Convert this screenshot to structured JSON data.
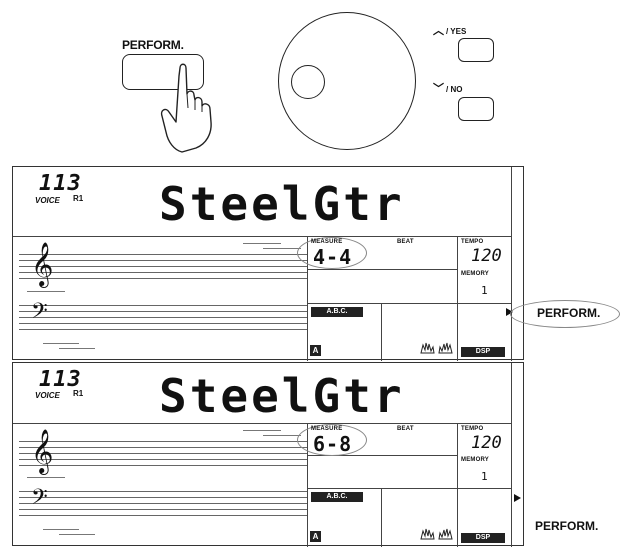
{
  "controls": {
    "perform_label": "PERFORM.",
    "yes_label": "/ YES",
    "no_label": "/ NO",
    "perform_button_icon": "hand-pointer-icon",
    "dial_icon": "data-dial-icon"
  },
  "displays": [
    {
      "voice_number": "113",
      "voice_tag": "VOICE",
      "right_tag": "R1",
      "voice_name": "SteelGtr",
      "measure_label": "MEASURE",
      "measure_value": "4-4",
      "beat_label": "BEAT",
      "tempo_label": "TEMPO",
      "tempo_value": "120",
      "memory_label": "MEMORY",
      "memory_value": "1",
      "abc_label": "A.B.C.",
      "a_marker": "A",
      "dsp_label": "DSP",
      "perform_label": "PERFORM."
    },
    {
      "voice_number": "113",
      "voice_tag": "VOICE",
      "right_tag": "R1",
      "voice_name": "SteelGtr",
      "measure_label": "MEASURE",
      "measure_value": "6-8",
      "beat_label": "BEAT",
      "tempo_label": "TEMPO",
      "tempo_value": "120",
      "memory_label": "MEMORY",
      "memory_value": "1",
      "abc_label": "A.B.C.",
      "a_marker": "A",
      "dsp_label": "DSP",
      "perform_label": "PERFORM."
    }
  ]
}
